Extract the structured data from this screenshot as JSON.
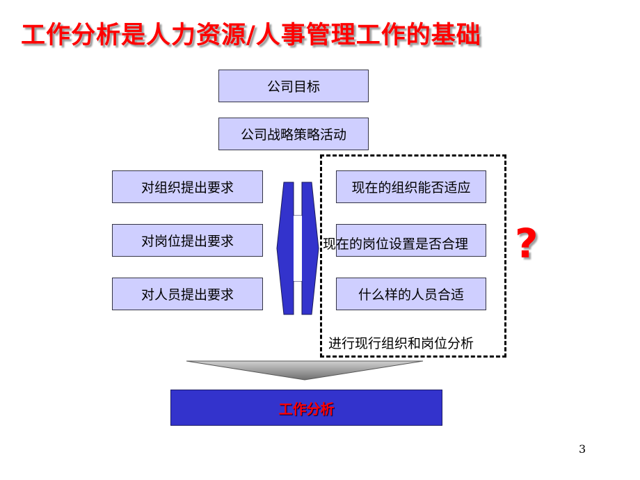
{
  "title": "工作分析是人力资源/人事管理工作的基础",
  "top_boxes": {
    "company_goal": "公司目标",
    "strategy": "公司战略策略活动"
  },
  "requirements": {
    "organization": "对组织提出要求",
    "position": "对岗位提出要求",
    "personnel": "对人员提出要求"
  },
  "questions": {
    "organization": "现在的组织能否适应",
    "position": "现在的岗位设置是否合理",
    "personnel": "什么样的人员合适"
  },
  "analysis_caption": "进行现行组织和岗位分析",
  "question_mark": "?",
  "result": "工作分析",
  "page_number": "3",
  "colors": {
    "title": "#ff0000",
    "box_fill": "#cfcfff",
    "result_fill": "#3333cc",
    "arrow_fill": "#3333cc",
    "funnel_fill": "#8c8c8c"
  }
}
